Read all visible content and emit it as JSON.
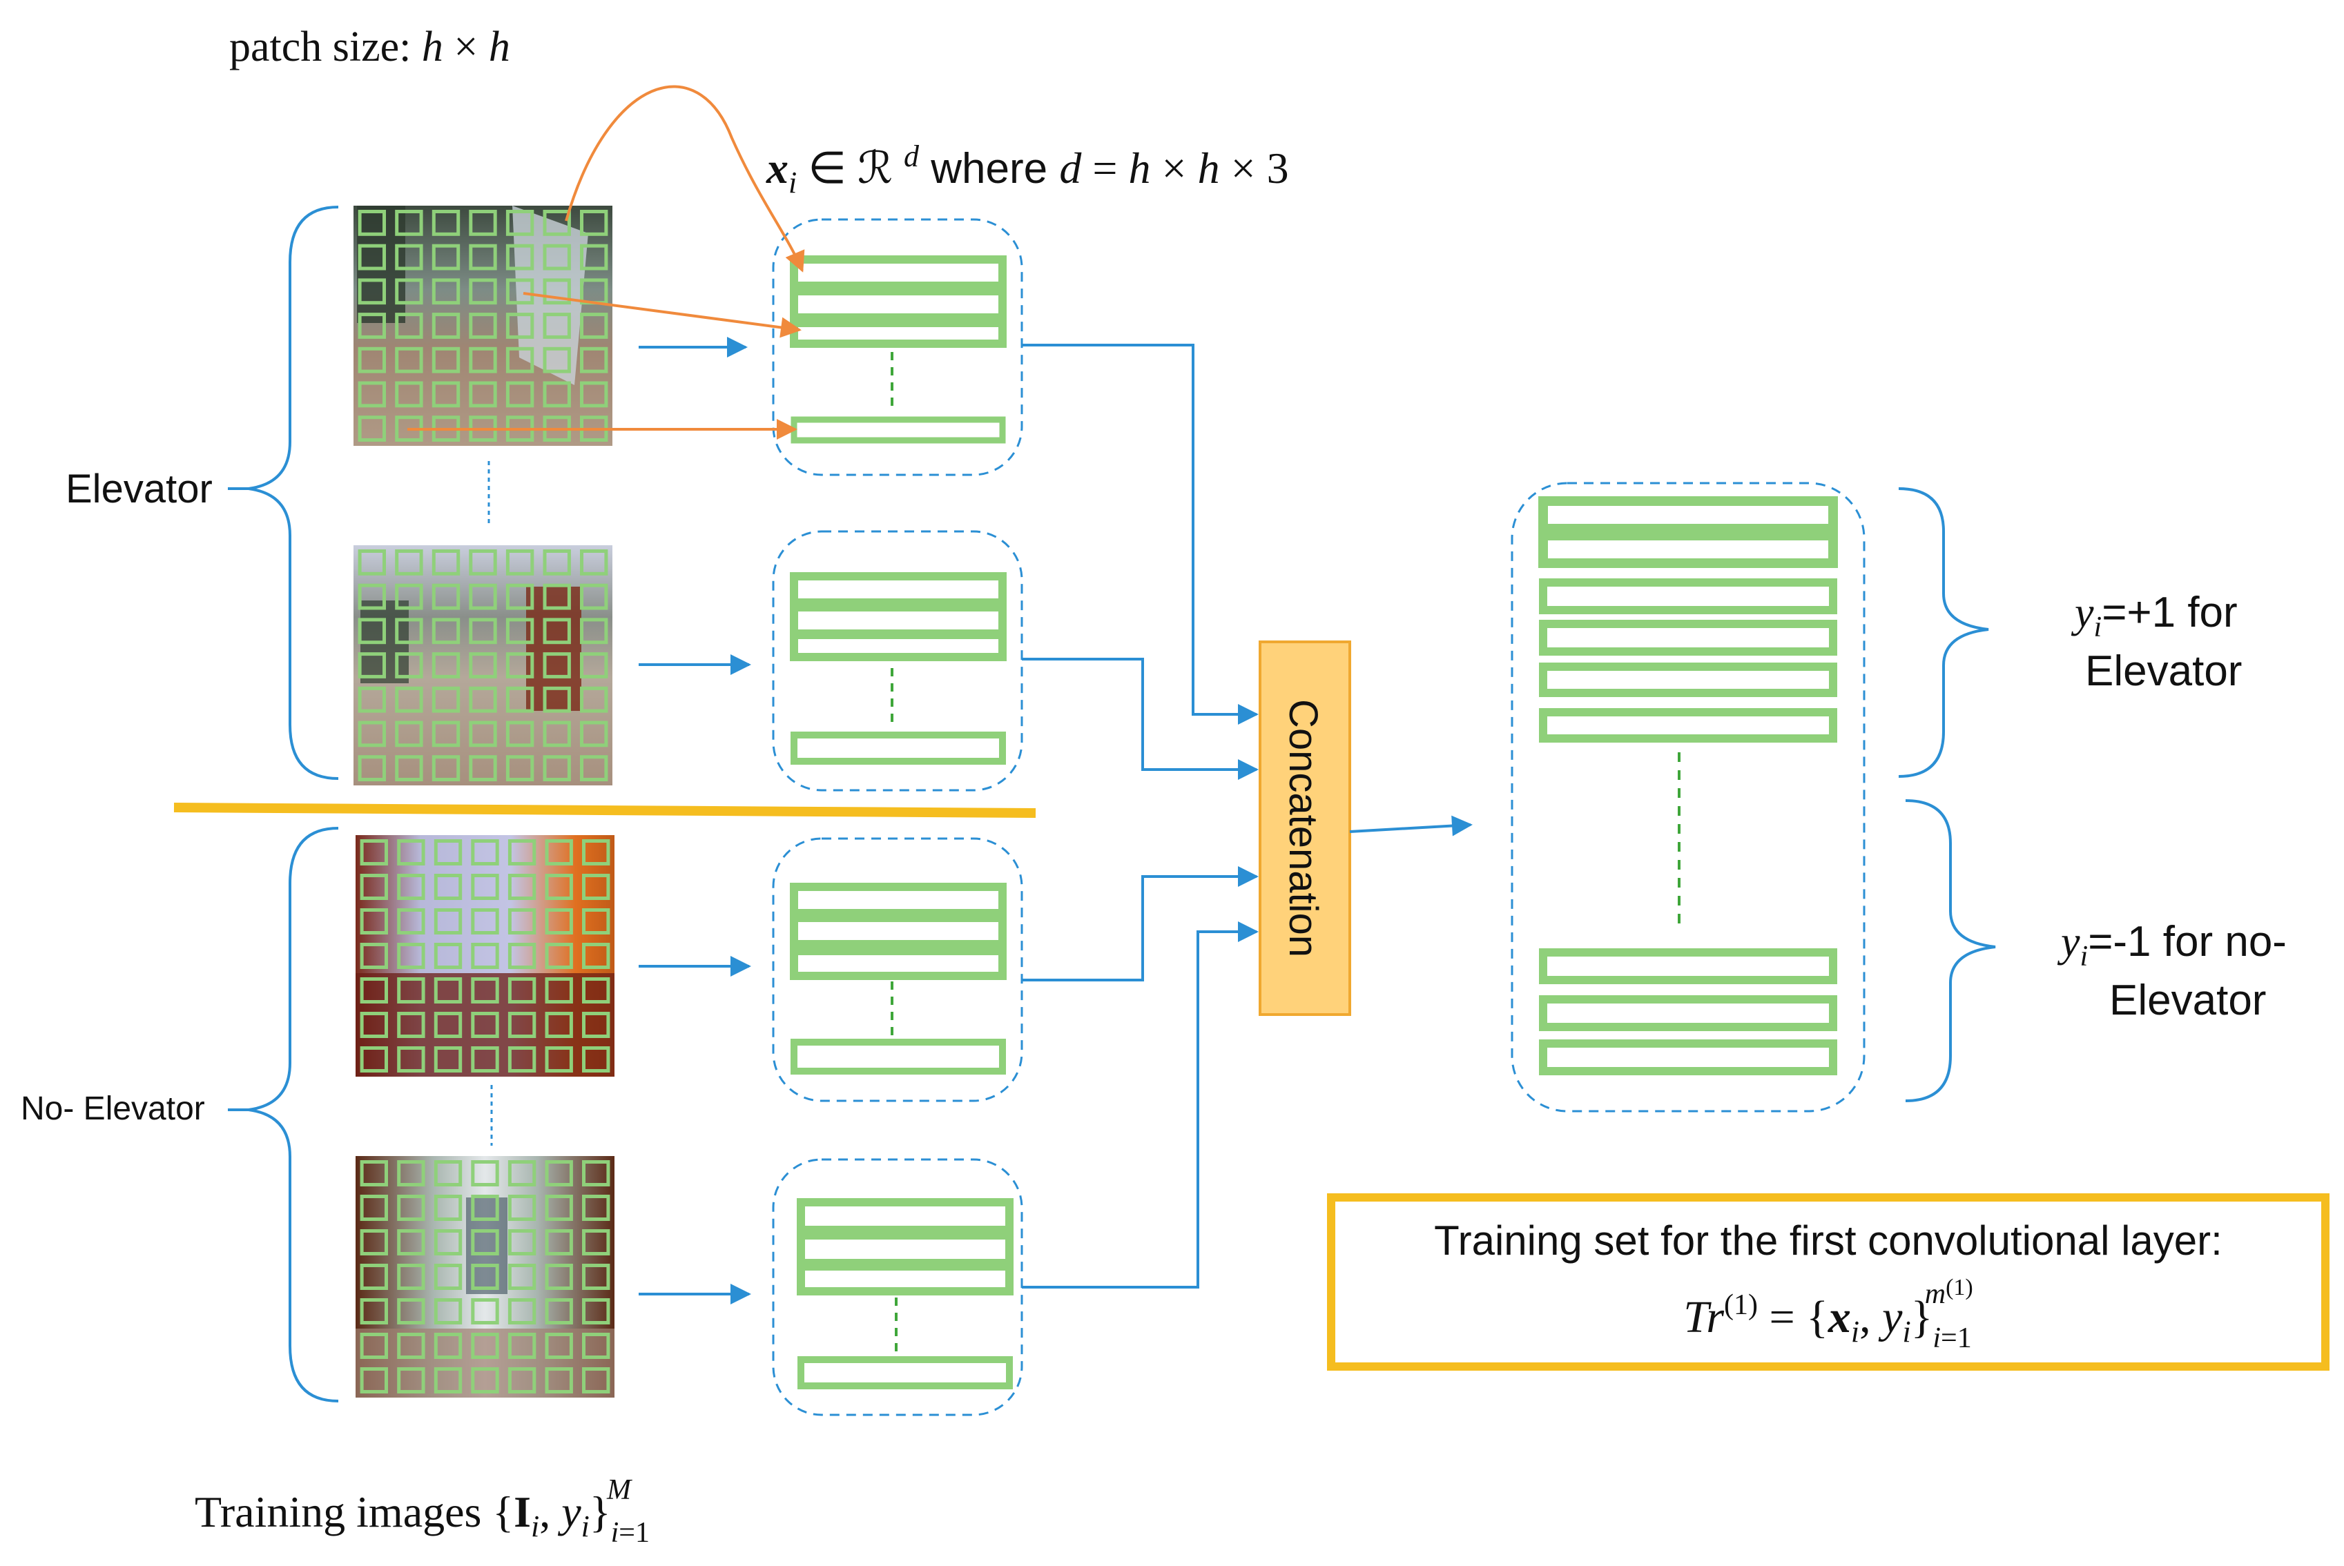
{
  "texts": {
    "patch_size": "patch size: h × h",
    "vector_def": "xᵢ ∈ ℛ ᵈ where d = h × h × 3",
    "elevator_label": "Elevator",
    "no_elevator_label": "No- Elevator",
    "concat_label": "Concatenation",
    "pos_label_line1": "yᵢ=+1 for",
    "pos_label_line2": "Elevator",
    "neg_label_line1": "yᵢ=-1 for no-",
    "neg_label_line2": "Elevator",
    "training_set_line1": "Training set for the first convolutional layer:",
    "training_set_line2": "Tr⁽¹⁾ = {xᵢ, yᵢ}ᵢ₌₁^m⁽¹⁾",
    "training_images": "Training images {Iᵢ, yᵢ}ᵢ₌₁ᴹ"
  },
  "colors": {
    "patch_green": "#8fd07a",
    "arrow_blue": "#2b8fd4",
    "arrow_orange": "#f08a3c",
    "divider_yellow": "#f5bd1f",
    "concat_fill": "#ffd27a",
    "concat_border": "#f0a830"
  },
  "images": [
    {
      "group": "elevator",
      "scene": "elevator-scene-1"
    },
    {
      "group": "elevator",
      "scene": "elevator-scene-2"
    },
    {
      "group": "no-elevator",
      "scene": "hallway-scene-1"
    },
    {
      "group": "no-elevator",
      "scene": "hallway-scene-2"
    }
  ]
}
